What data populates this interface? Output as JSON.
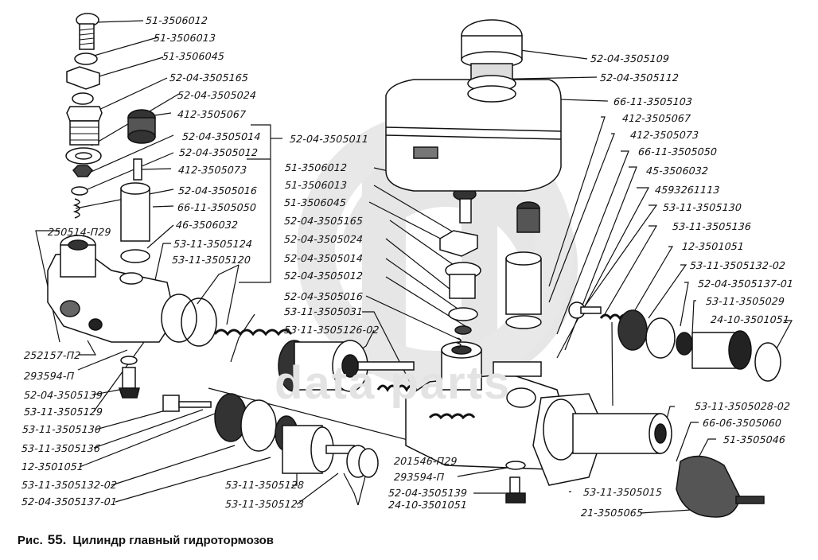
{
  "figure": {
    "caption_prefix": "Рис.",
    "caption_number": "55.",
    "caption_title": "Цилиндр главный гидротормозов",
    "watermark": "data parts"
  },
  "labels": {
    "top_left_stack": [
      "51-3506012",
      "51-3506013",
      "51-3506045",
      "52-04-3505165",
      "52-04-3505024",
      "412-3505067",
      "52·04-3505014",
      "52-04-3505012",
      "412-3505073",
      "52-04-3505016",
      "66-11-3505050",
      "46-3506032"
    ],
    "left_body": [
      "250514-П29",
      "53-11-3505124",
      "53-11-3505120",
      "252157-П2",
      "293594-П",
      "52-04-3505139",
      "53-11-3505129"
    ],
    "bottom_left_stack": [
      "53-11-3505130",
      "53-11-3505136",
      "12-3501051",
      "53-11-3505132-02",
      "52-04-3505137-01"
    ],
    "bracket_assembly": "52-04-3505011",
    "center_stack": [
      "51-3506012",
      "51-3506013",
      "51-3506045",
      "52-04-3505165",
      "52-04-3505024",
      "52-04-3505014",
      "52-04-3505012",
      "52-04-3505016",
      "53-11-3505031",
      "53·11-3505126-02"
    ],
    "bottom_center": [
      "53-11-3505128",
      "53-11-3505123",
      "24-10-3501051",
      "201546-П29",
      "293594-П",
      "52-04-3505139"
    ],
    "reservoir": [
      "52-04-3505109",
      "52-04-3505112",
      "66-11-3505103"
    ],
    "right_stack": [
      "412-3505067",
      "412-3505073",
      "66-11-3505050",
      "45-3506032",
      "4593261113",
      "53-11-3505130",
      "53-11-3505136",
      "12-3501051",
      "53-11-3505132-02",
      "52-04-3505137-01",
      "53-11-3505029",
      "24-10-3501051"
    ],
    "bottom_right": [
      "53-11-3505028-02",
      "66-06-3505060",
      "51-3505046",
      "53-11-3505015",
      "21-3505065"
    ]
  }
}
